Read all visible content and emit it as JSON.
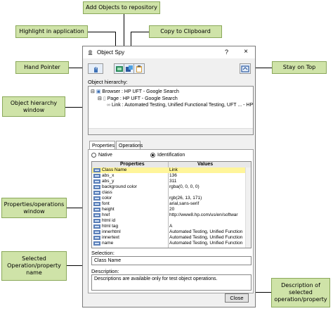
{
  "callouts": {
    "add_objects": "Add Objects to repository",
    "highlight": "Highlight in application",
    "copy_clipboard": "Copy to Clipboard",
    "hand_pointer": "Hand Pointer",
    "stay_on_top": "Stay on Top",
    "object_hierarchy_window": "Object hierarchy window",
    "properties_window": "Properties/operations window",
    "selected_name": "Selected Operation/property name",
    "description": "Description of selected operation/property"
  },
  "window": {
    "title": "Object Spy",
    "help": "?",
    "close": "×"
  },
  "hierarchy": {
    "label": "Object hierarchy:",
    "rows": [
      "Browser : HP UFT - Google Search",
      "Page : HP UFT - Google Search",
      "Link : Automated Testing, Unified Functional Testing, UFT ... - HP"
    ]
  },
  "tabs": [
    "Properties",
    "Operations"
  ],
  "radios": {
    "native": "Native",
    "identification": "Identification"
  },
  "grid": {
    "headers": [
      "Properties",
      "Values"
    ],
    "rows": [
      {
        "p": "Class Name",
        "v": "Link"
      },
      {
        "p": "abs_x",
        "v": "136"
      },
      {
        "p": "abs_y",
        "v": "311"
      },
      {
        "p": "background color",
        "v": "rgba(0, 0, 0, 0)"
      },
      {
        "p": "class",
        "v": ""
      },
      {
        "p": "color",
        "v": "rgb(26, 13, 171)"
      },
      {
        "p": "font",
        "v": "arial,sans-serif"
      },
      {
        "p": "height",
        "v": "20"
      },
      {
        "p": "href",
        "v": "http://www8.hp.com/us/en/softwar"
      },
      {
        "p": "html id",
        "v": ""
      },
      {
        "p": "html tag",
        "v": "A"
      },
      {
        "p": "innerhtml",
        "v": "Automated Testing, Unified Function"
      },
      {
        "p": "innertext",
        "v": "Automated Testing, Unified Function"
      },
      {
        "p": "name",
        "v": "Automated Testing, Unified Function"
      }
    ]
  },
  "selection": {
    "label": "Selection:",
    "value": "Class Name"
  },
  "description": {
    "label": "Description:",
    "value": "Descriptions are available only for test object operations."
  },
  "close_button": "Close"
}
